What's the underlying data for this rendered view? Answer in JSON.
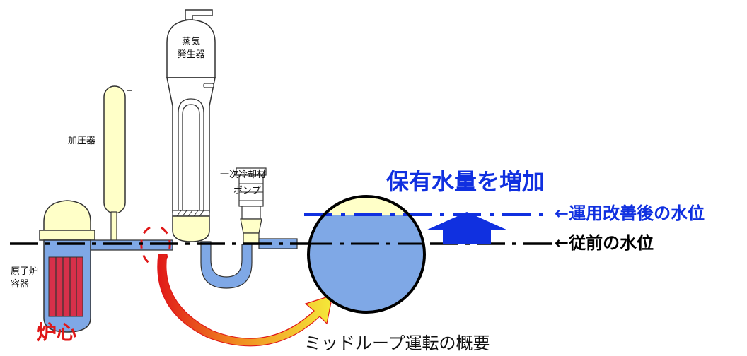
{
  "labels": {
    "steam_generator": [
      "蒸気",
      "発生器"
    ],
    "pressurizer": "加圧器",
    "pump": [
      "一次冷却材",
      "ポンプ"
    ],
    "vessel": [
      "原子炉",
      "容器"
    ],
    "core": "炉心",
    "increase": "保有水量を増加",
    "improved_level": "←運用改善後の水位",
    "previous_level": "←従前の水位",
    "caption": "ミッドループ運転の概要"
  },
  "colors": {
    "water": "#7fa8e6",
    "water_dark": "#5b87cf",
    "pale": "#ffffc8",
    "core": "#d8304a",
    "accent_blue": "#1030e0",
    "arrow_red": "#e01818",
    "arrow_yellow": "#f4ea3a"
  }
}
